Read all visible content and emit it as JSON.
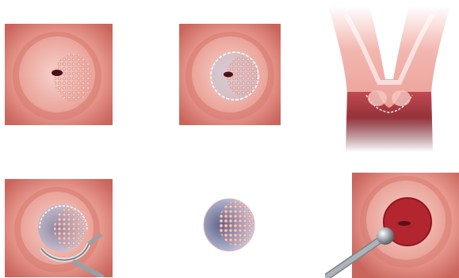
{
  "figure": {
    "panels": [
      {
        "id": "step-1",
        "subject": "cervix-with-lesion"
      },
      {
        "id": "step-2",
        "subject": "lesion-outlined"
      },
      {
        "id": "step-3",
        "subject": "cervical-canal-cross-section"
      },
      {
        "id": "step-4",
        "subject": "loop-electrode-excision"
      },
      {
        "id": "step-5",
        "subject": "excised-tissue-specimen"
      },
      {
        "id": "step-6",
        "subject": "ball-electrode-cautery"
      }
    ],
    "colors": {
      "background": "#ffffff",
      "mucosa": "#eba198",
      "mucosa-dark": "#c9655c",
      "lesion": "#f1c2bd",
      "lesion-outline": "#ffffff",
      "os": "#4a1016",
      "canal": "#7a1a22",
      "instrument": "#9aa0a6",
      "cautery": "#b3262f"
    }
  }
}
